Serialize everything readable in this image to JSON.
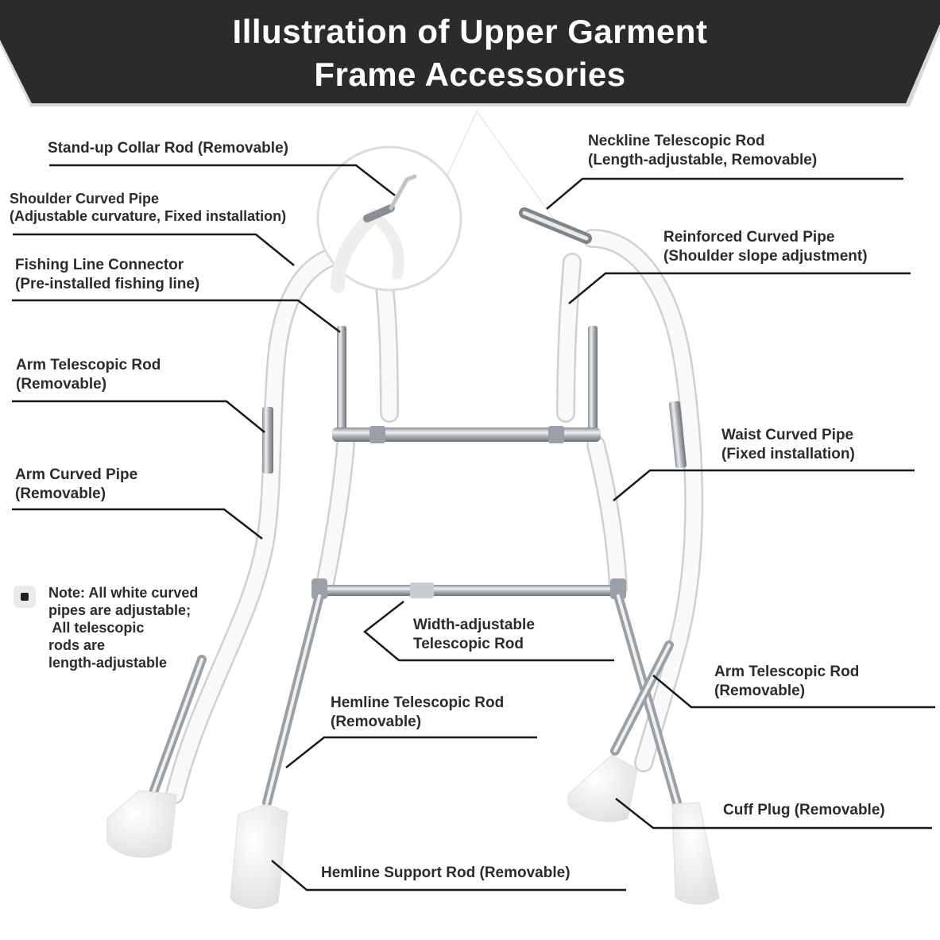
{
  "header": {
    "title_line1": "Illustration of Upper Garment",
    "title_line2": "Frame Accessories",
    "background_color": "#2b2b2b"
  },
  "labels": {
    "stand_up_collar": "Stand-up Collar Rod (Removable)",
    "shoulder_pipe_1": "Shoulder Curved Pipe",
    "shoulder_pipe_2": "(Adjustable curvature, Fixed installation)",
    "fishing_line_1": "Fishing Line Connector",
    "fishing_line_2": "(Pre-installed fishing line)",
    "arm_tele_left_1": "Arm Telescopic Rod",
    "arm_tele_left_2": "(Removable)",
    "arm_curved_1": "Arm Curved Pipe",
    "arm_curved_2": "(Removable)",
    "neckline_1": "Neckline Telescopic Rod",
    "neckline_2": "(Length-adjustable, Removable)",
    "reinforced_1": "Reinforced Curved Pipe",
    "reinforced_2": "(Shoulder slope adjustment)",
    "waist_1": "Waist Curved Pipe",
    "waist_2": "(Fixed installation)",
    "width_adj_1": "Width-adjustable",
    "width_adj_2": "Telescopic Rod",
    "arm_tele_right_1": "Arm Telescopic Rod",
    "arm_tele_right_2": "(Removable)",
    "hemline_tele_1": "Hemline Telescopic Rod",
    "hemline_tele_2": "(Removable)",
    "cuff_plug": "Cuff Plug (Removable)",
    "hemline_support": "Hemline Support Rod (Removable)"
  },
  "note": {
    "line1": "Note: All white curved",
    "line2": "pipes are adjustable;",
    "line3": " All telescopic",
    "line4": "rods are",
    "line5": "length-adjustable"
  },
  "colors": {
    "text": "#2b2b2b",
    "leader_line": "#1a1a1a",
    "pipe_white": "#f7f7f7",
    "metal": "#b8bcc2"
  }
}
